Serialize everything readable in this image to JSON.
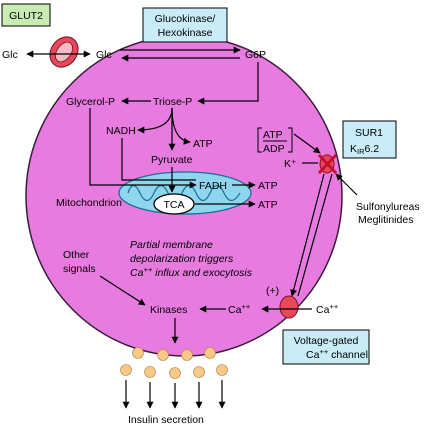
{
  "colors": {
    "cell_fill": "#e87be0",
    "cell_stroke": "#3a1b3a",
    "label_box_fill": "#c9ecf7",
    "glut2_box_fill": "#c9ecb5",
    "channel_fill": "#e8485a",
    "mito_fill": "#8ed5ee",
    "granule_fill": "#f7c886"
  },
  "labels": {
    "glut2": "GLUT2",
    "glucokinase_line1": "Glucokinase/",
    "glucokinase_line2": "Hexokinase",
    "glc_out": "Glc",
    "glc_in": "Glc",
    "g6p": "G6P",
    "glycerol_p": "Glycerol-P",
    "triose_p": "Triose-P",
    "nadh": "NADH",
    "atp_nadh": "ATP",
    "pyruvate": "Pyruvate",
    "fadh": "FADH",
    "atp_fadh": "ATP",
    "tca": "TCA",
    "atp_tca": "ATP",
    "mitochondrion": "Mitochondrion",
    "atp_ratio_num": "ATP",
    "atp_ratio_den": "ADP",
    "k_plus": "K⁺",
    "sur1_line1": "SUR1",
    "sur1_line2_main": "K",
    "sur1_line2_sub": "IR",
    "sur1_line2_rest": "6.2",
    "sulfonylureas": "Sulfonylureas",
    "meglitinides": "Meglitinides",
    "partial_line1": "Partial membrane",
    "partial_line2": "depolarization triggers",
    "partial_line3_pre": "Ca",
    "partial_line3_sup": "++",
    "partial_line3_post": " influx and exocytosis",
    "other_signals_line1": "Other",
    "other_signals_line2": "signals",
    "kinases": "Kinases",
    "ca_in_main": "Ca",
    "ca_in_sup": "++",
    "ca_out_main": "Ca",
    "ca_out_sup": "++",
    "plus_sign": "(+)",
    "vgcc_line1": "Voltage-gated",
    "vgcc_line2_main": "Ca",
    "vgcc_line2_sup": "++",
    "vgcc_line2_rest": " channel",
    "insulin_secretion": "Insulin secretion"
  }
}
